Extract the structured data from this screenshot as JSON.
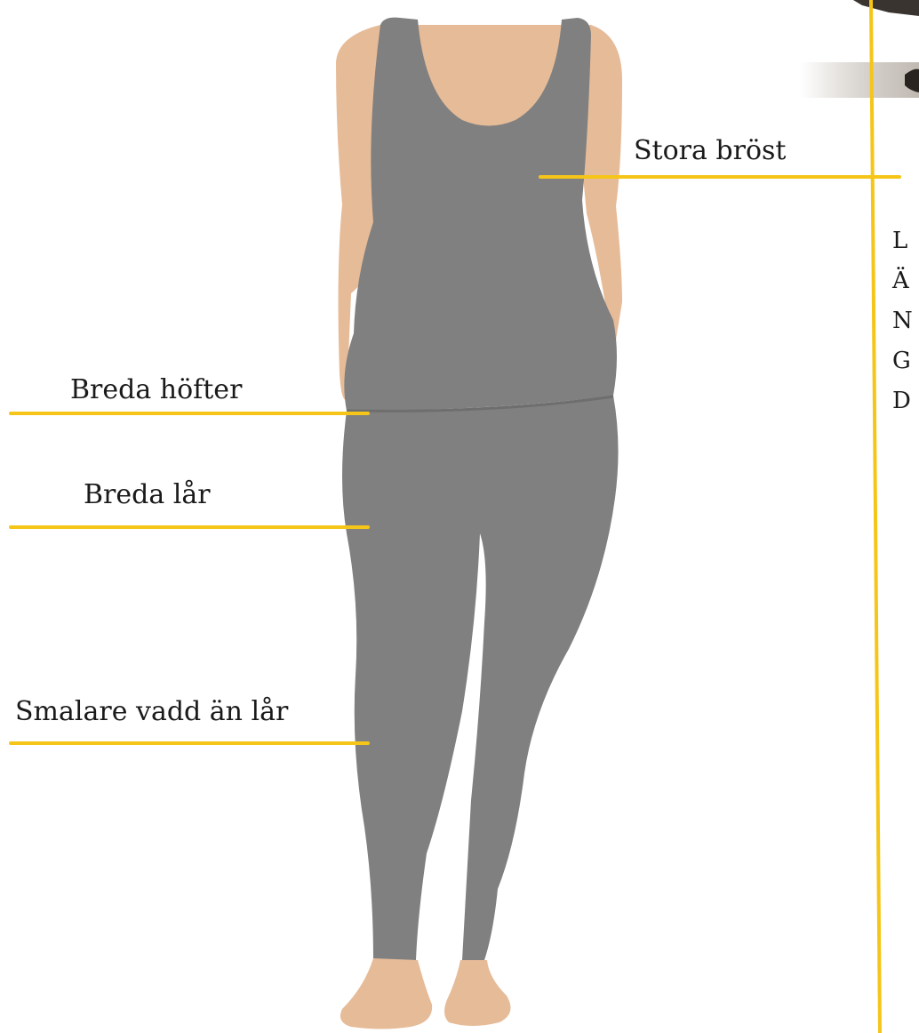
{
  "labels": {
    "bust": "Stora bröst",
    "hips": "Breda höfter",
    "thighs": "Breda lår",
    "calves": "Smalare vadd än lår"
  },
  "height_label": [
    "L",
    "Ä",
    "N",
    "G",
    "D"
  ],
  "colors": {
    "skin": "#e6bb98",
    "clothing": "#808080",
    "waistband": "#6e6e6e",
    "guide_line": "#f5c518",
    "background": "#ffffff"
  }
}
